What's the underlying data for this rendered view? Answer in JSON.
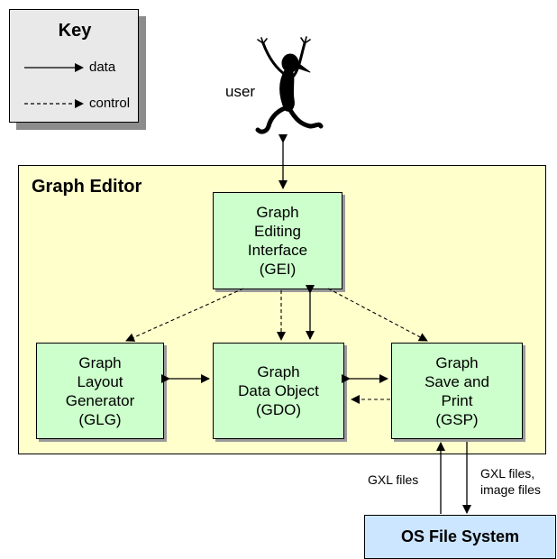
{
  "key": {
    "title": "Key",
    "data_label": "data",
    "control_label": "control"
  },
  "user_label": "user",
  "editor": {
    "title": "Graph Editor",
    "components": {
      "gei": {
        "lines": [
          "Graph",
          "Editing",
          "Interface",
          "(GEI)"
        ]
      },
      "glg": {
        "lines": [
          "Graph",
          "Layout",
          "Generator",
          "(GLG)"
        ]
      },
      "gdo": {
        "lines": [
          "Graph",
          "Data Object",
          "(GDO)"
        ]
      },
      "gsp": {
        "lines": [
          "Graph",
          "Save and",
          "Print",
          "(GSP)"
        ]
      }
    }
  },
  "os_file_system": "OS File System",
  "file_labels": {
    "to_gsp": "GXL files",
    "from_gsp_line1": "GXL files,",
    "from_gsp_line2": "image files"
  },
  "colors": {
    "key_bg": "#e9e9e9",
    "editor_bg": "#ffffcc",
    "component_bg": "#ccffcc",
    "fs_bg": "#cce6ff"
  },
  "icons": {
    "user": "stick-figure-icon"
  }
}
